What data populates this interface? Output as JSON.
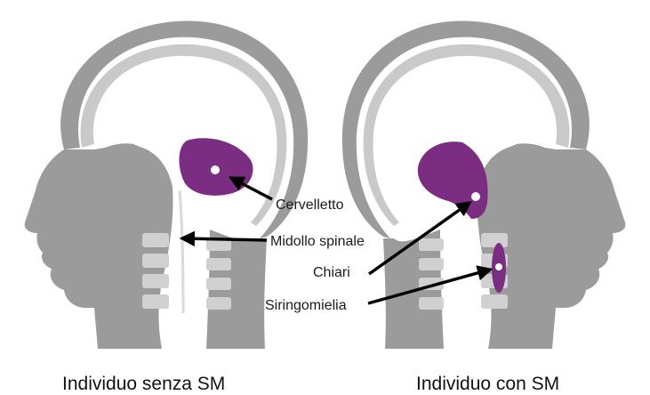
{
  "labels": {
    "cerebellum": "Cervelletto",
    "spinal_cord": "Midollo spinale",
    "chiari": "Chiari",
    "syringomyelia": "Siringomielia"
  },
  "captions": {
    "left": "Individuo senza SM",
    "right": "Individuo con SM"
  },
  "colors": {
    "head": "#9b9b9b",
    "skull_band": "#c9c9c9",
    "spine_light": "#d0d0d0",
    "cerebellum": "#7b2d82",
    "arrow": "#000000",
    "background": "#ffffff"
  }
}
